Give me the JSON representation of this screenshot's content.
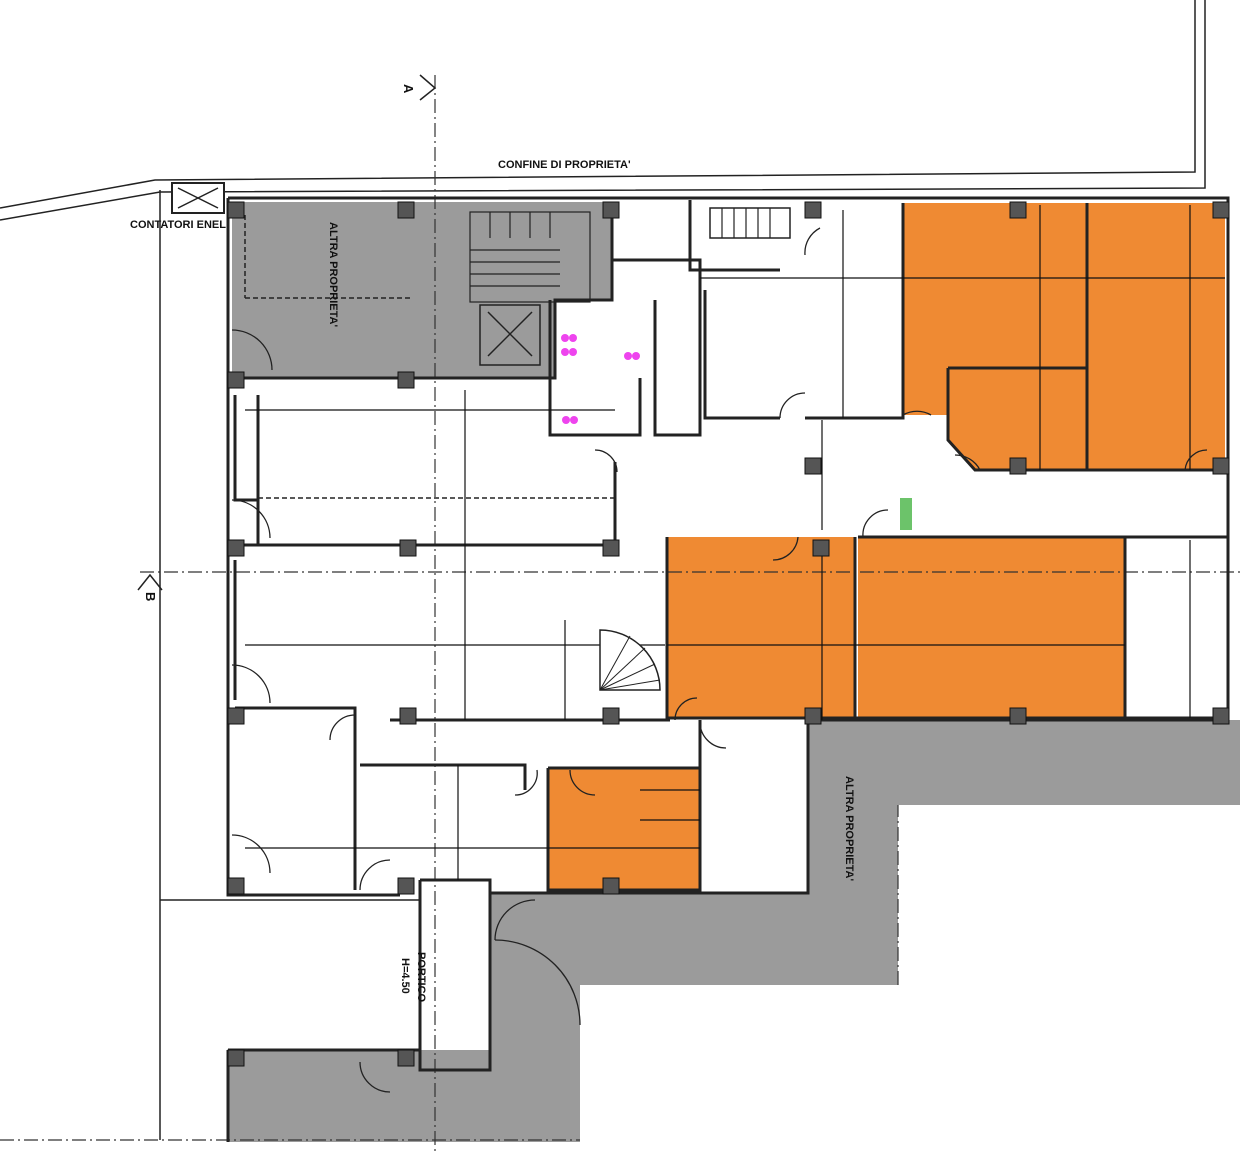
{
  "plan": {
    "boundary_label": "CONFINE DI PROPRIETA'",
    "meters_label": "CONTATORI ENEL",
    "other_property_top": "ALTRA PROPRIETA'",
    "other_property_bottom": "ALTRA PROPRIETA'",
    "portico_label": "PORTICO",
    "portico_height": "H=4.50",
    "section_a": "A",
    "section_b": "B"
  },
  "colors": {
    "highlight": "#ef8a33",
    "other_property": "#9b9b9b",
    "marker_green": "#6cc36a",
    "fixture_magenta": "#ee44ee"
  }
}
